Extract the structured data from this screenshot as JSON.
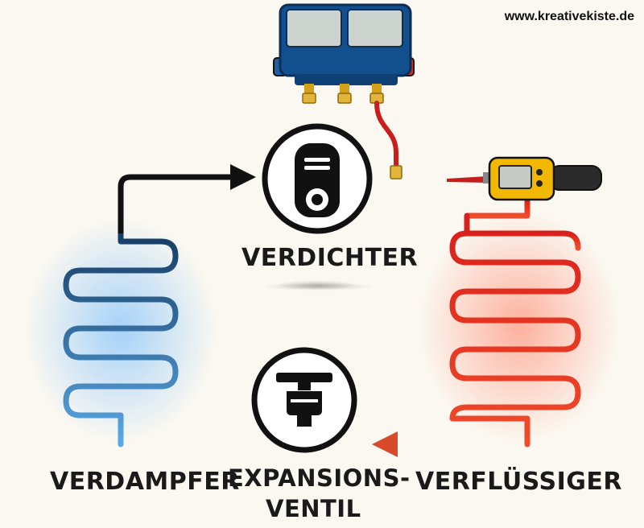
{
  "watermark": "www.kreativekiste.de",
  "labels": {
    "verdichter": "VERDICHTER",
    "verdampfer": "VERDAMPFER",
    "expansion_line1": "EXPANSIONS-",
    "expansion_line2": "VENTIL",
    "verfluessiger": "VERFLÜSSIGER"
  },
  "icons": {
    "compressor": "compressor-icon",
    "expansion_valve": "expansion-valve-icon",
    "manifold_gauge": "manifold-gauge-icon",
    "thermometer": "digital-thermometer-icon",
    "evaporator_coil": "evaporator-coil-icon",
    "condenser_coil": "condenser-coil-icon"
  },
  "colors": {
    "cold": "#2f6fb0",
    "hot": "#e02a22",
    "line": "#1a1a1a",
    "gauge_body": "#124f8f",
    "gauge_screen": "#cdd3cf",
    "thermometer_body": "#f2b800",
    "hose": "#c81e1e"
  }
}
